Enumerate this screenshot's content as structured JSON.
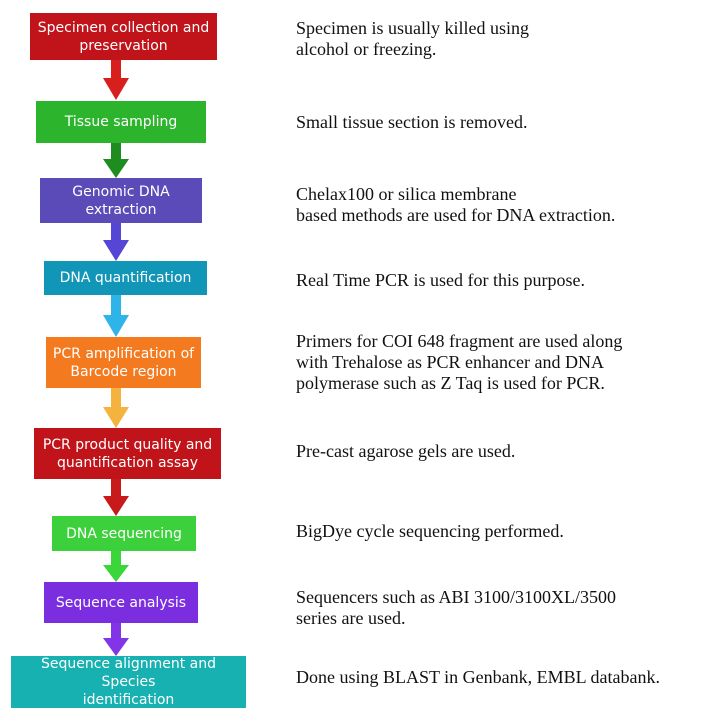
{
  "steps": [
    {
      "label": "Specimen collection and\npreservation",
      "description": "Specimen  is usually killed using\nalcohol or freezing.",
      "color": "#c0141a",
      "arrow_color": "#d7201d"
    },
    {
      "label": "Tissue sampling",
      "description": "Small tissue section is removed.",
      "color": "#2cb52c",
      "arrow_color": "#1e8c1e"
    },
    {
      "label": "Genomic DNA extraction",
      "description": "Chelax100 or silica membrane\nbased methods are used for DNA extraction.",
      "color": "#5b4bb8",
      "arrow_color": "#5546d6"
    },
    {
      "label": "DNA quantification",
      "description": "Real Time PCR is used for this purpose.",
      "color": "#1296b8",
      "arrow_color": "#2fb4ea"
    },
    {
      "label": "PCR amplification of\nBarcode region",
      "description": "Primers for COI 648 fragment are used along\nwith Trehalose as PCR enhancer and DNA\npolymerase such as Z Taq  is used for PCR.",
      "color": "#f47a1f",
      "arrow_color": "#f4b33e"
    },
    {
      "label": "PCR product quality and\nquantification assay",
      "description": "Pre-cast agarose gels are used.",
      "color": "#c0141a",
      "arrow_color": "#c81a1a"
    },
    {
      "label": "DNA sequencing",
      "description": "BigDye cycle sequencing performed.",
      "color": "#3cd13c",
      "arrow_color": "#3ad63a"
    },
    {
      "label": "Sequence analysis",
      "description": "Sequencers such as ABI 3100/3100XL/3500\nseries are used.",
      "color": "#7a2ee0",
      "arrow_color": "#8235e6"
    },
    {
      "label": "Sequence alignment and Species\nidentification",
      "description": "Done using BLAST in Genbank, EMBL databank.",
      "color": "#17b1b1",
      "arrow_color": ""
    }
  ]
}
